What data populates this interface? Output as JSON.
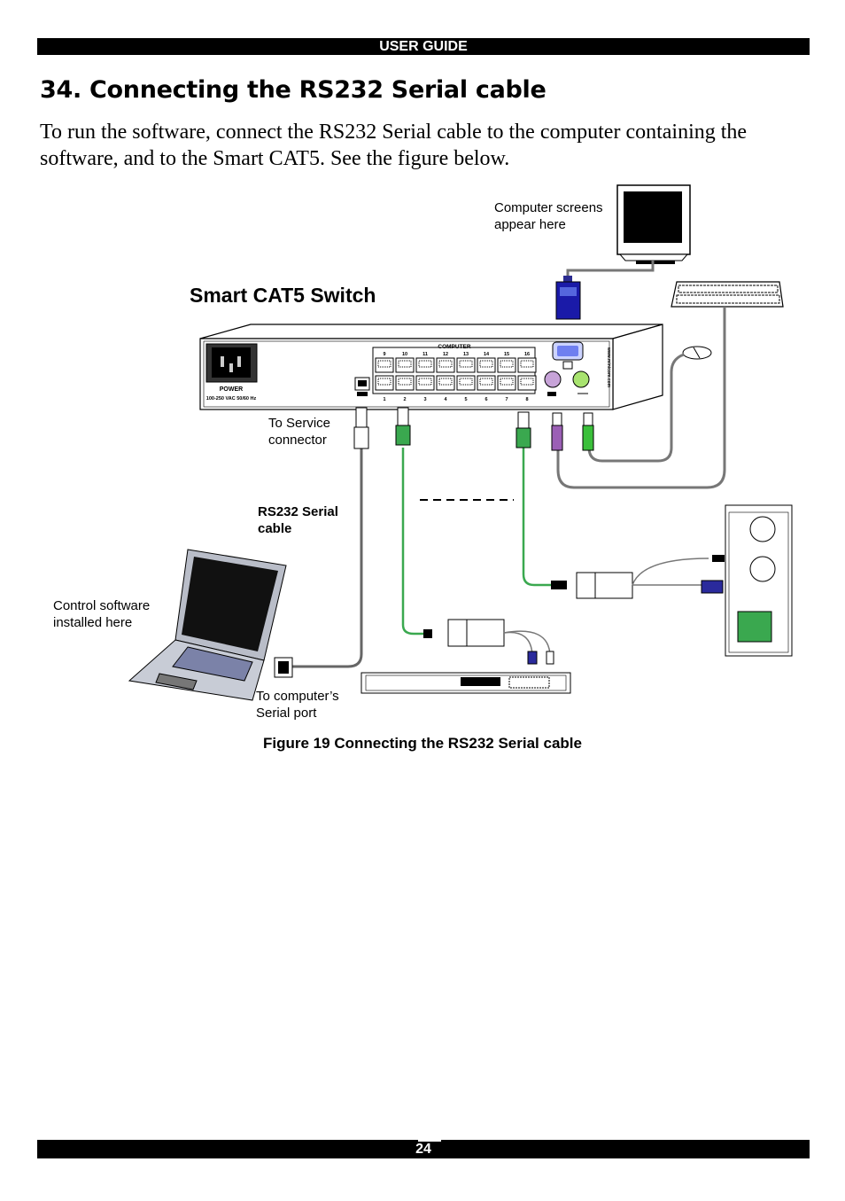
{
  "header": {
    "title": "USER GUIDE"
  },
  "section": {
    "title": "34. Connecting the RS232 Serial cable"
  },
  "intro": "To run the software, connect the RS232 Serial cable to the computer containing the software, and to the Smart CAT5. See the figure below.",
  "figure": {
    "switch_title": "Smart CAT5 Switch",
    "labels": {
      "screens": "Computer screens\nappear here",
      "service": "To Service\nconnector",
      "rs232": "RS232 Serial\ncable",
      "control": "Control software\ninstalled here",
      "serial_port": "To computer’s\nSerial port"
    },
    "device": {
      "power": "POWER",
      "voltage": "100-250 VAC 50/60 Hz",
      "computer": "COMPUTER",
      "top_ports": [
        "9",
        "10",
        "11",
        "12",
        "13",
        "14",
        "15",
        "16"
      ],
      "bottom_ports": [
        "1",
        "2",
        "3",
        "4",
        "5",
        "6",
        "7",
        "8"
      ],
      "website": "www.minicom.com"
    },
    "caption": "Figure 19 Connecting the RS232 Serial cable"
  },
  "footer": {
    "page": "24"
  }
}
